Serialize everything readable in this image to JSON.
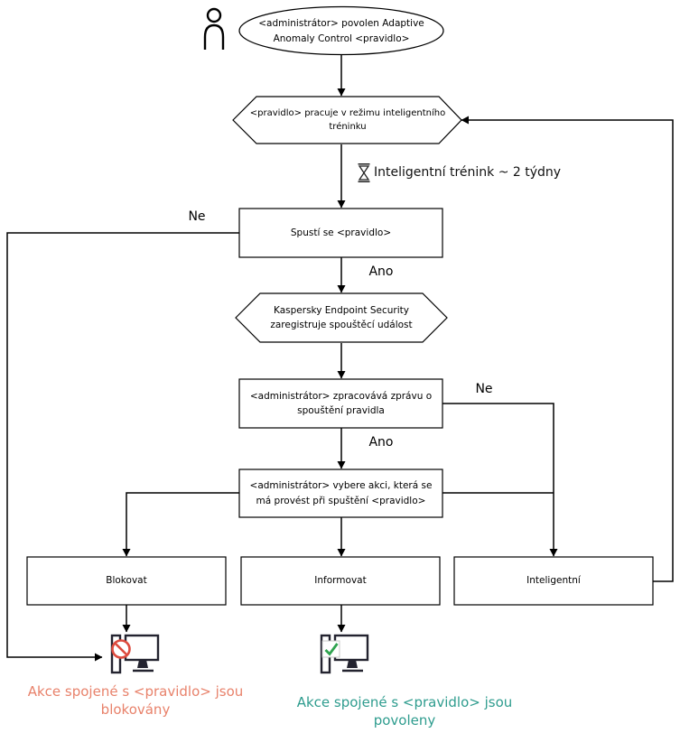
{
  "diagram": {
    "start": "<administrátor> povolen Adaptive Anomaly Control <pravidlo>",
    "training_mode": "<pravidlo> pracuje v režimu inteligentního tréninku",
    "training_note": "Inteligentní trénink ~ 2 týdny",
    "rule_triggers": "Spustí se <pravidlo>",
    "registers_event": "Kaspersky Endpoint Security zaregistruje spouštěcí událost",
    "admin_processes": "<administrátor> zpracovává zprávu o spouštění pravidla",
    "admin_selects": "<administrátor> vybere akci, která se má provést při spuštění <pravidlo>",
    "action_block": "Blokovat",
    "action_inform": "Informovat",
    "action_smart": "Inteligentní",
    "label_no_1": "Ne",
    "label_yes_1": "Ano",
    "label_no_2": "Ne",
    "label_yes_2": "Ano",
    "outcome_blocked": "Akce spojené s <pravidlo> jsou blokovány",
    "outcome_allowed": "Akce spojené s <pravidlo> jsou povoleny"
  },
  "icons": {
    "person": "administrator-icon",
    "hourglass": "hourglass-icon",
    "computer_blocked": "computer-blocked-icon",
    "computer_allowed": "computer-allowed-icon"
  },
  "colors": {
    "line": "#000000",
    "shape_fill": "#ffffff",
    "outcome_blocked_text": "#e8826b",
    "outcome_allowed_text": "#2e9c8e",
    "blocked_badge": "#dd4b3e",
    "allowed_badge": "#2fa34f",
    "computer_outline": "#23232f"
  }
}
